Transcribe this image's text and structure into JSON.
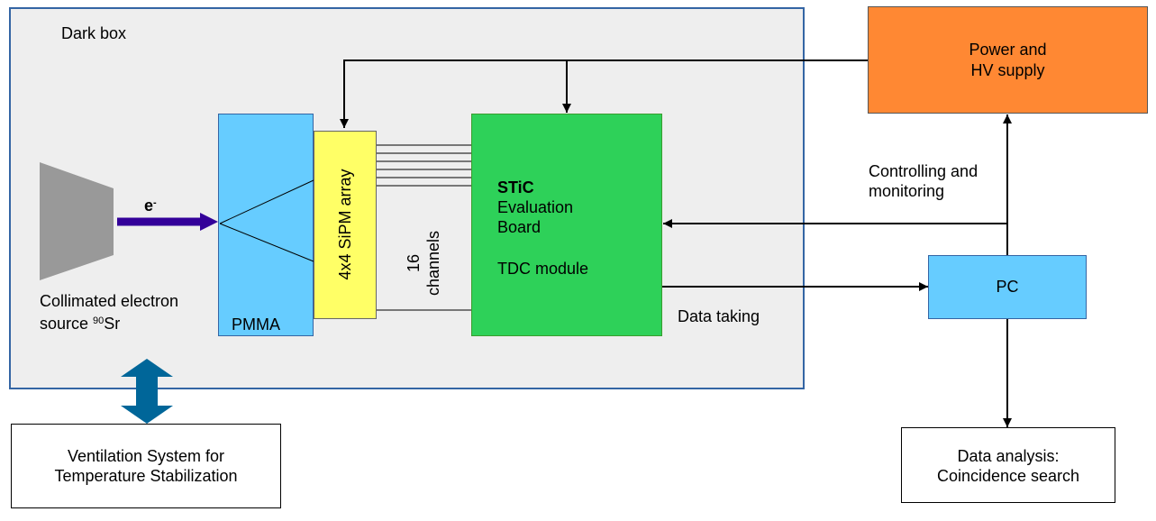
{
  "dark_box": {
    "label": "Dark box"
  },
  "source": {
    "line1": "Collimated electron",
    "line2_prefix": "source ",
    "isotope_mass": "90",
    "isotope": "Sr"
  },
  "electron": {
    "symbol": "e",
    "charge": "-"
  },
  "pmma": {
    "label": "PMMA"
  },
  "sipm": {
    "label": "4x4 SiPM array"
  },
  "channels": {
    "line1": "16",
    "line2": "channels"
  },
  "stic": {
    "title": "STiC",
    "line2": "Evaluation",
    "line3": "Board",
    "module": "TDC module"
  },
  "power": {
    "line1": "Power and",
    "line2": "HV supply"
  },
  "control": {
    "line1": "Controlling and",
    "line2": "monitoring"
  },
  "pc": {
    "label": "PC"
  },
  "data_taking": {
    "label": "Data taking"
  },
  "analysis": {
    "line1": "Data analysis:",
    "line2": "Coincidence search"
  },
  "ventilation": {
    "line1": "Ventilation System for",
    "line2": "Temperature Stabilization"
  },
  "colors": {
    "dark_box_fill": "#eeeeee",
    "dark_box_border": "#3465a4",
    "pmma_fill": "#66ccff",
    "sipm_fill": "#ffff66",
    "stic_fill": "#2ed159",
    "power_fill": "#ff8833",
    "pc_fill": "#66ccff",
    "source_fill": "#999999",
    "beam_arrow": "#330099",
    "vent_arrow": "#006699"
  }
}
